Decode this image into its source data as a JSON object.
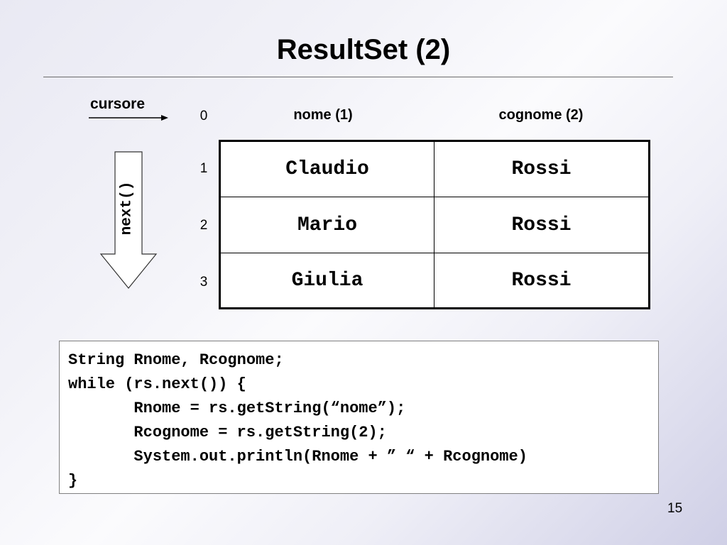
{
  "slide": {
    "title": "ResultSet (2)",
    "page_number": "15"
  },
  "cursor": {
    "label": "cursore",
    "next_label": "next()"
  },
  "table": {
    "indices": [
      "0",
      "1",
      "2",
      "3"
    ],
    "headers": [
      "nome (1)",
      "cognome (2)"
    ],
    "rows": [
      [
        "Claudio",
        "Rossi"
      ],
      [
        "Mario",
        "Rossi"
      ],
      [
        "Giulia",
        "Rossi"
      ]
    ]
  },
  "code": {
    "lines": [
      "String Rnome, Rcognome;",
      "while (rs.next()) {",
      "       Rnome = rs.getString(“nome”);",
      "       Rcognome = rs.getString(2);",
      "       System.out.println(Rnome + ” “ + Rcognome)",
      "}"
    ]
  }
}
